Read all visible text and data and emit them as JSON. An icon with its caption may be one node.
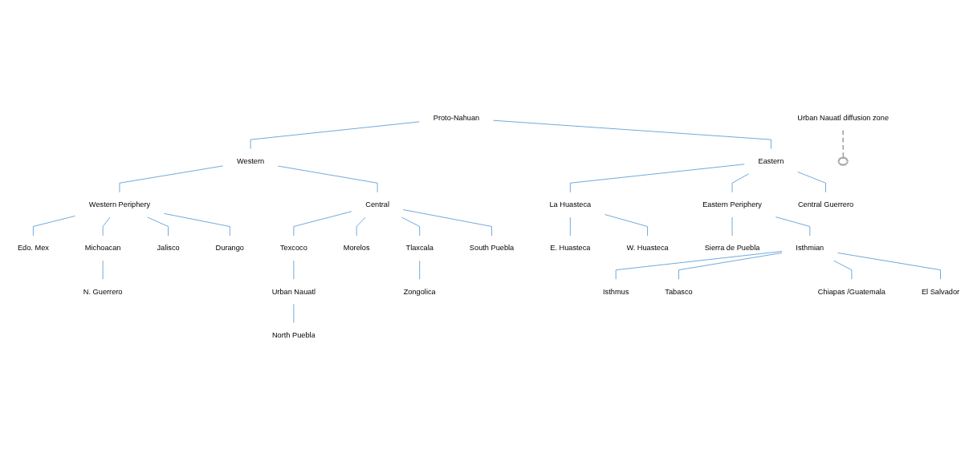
{
  "diagram": {
    "nodes": [
      {
        "text": [
          "Proto-Nahuan"
        ]
      },
      {
        "text": [
          "Western"
        ]
      },
      {
        "text": [
          "Eastern"
        ]
      },
      {
        "text": [
          "Western Periphery"
        ]
      },
      {
        "text": [
          "Central"
        ]
      },
      {
        "text": [
          "La Huasteca"
        ]
      },
      {
        "text": [
          "Eastern Periphery"
        ]
      },
      {
        "text": [
          "Edo. Mex"
        ]
      },
      {
        "text": [
          "Texcoco"
        ]
      },
      {
        "text": [
          "E. Huasteca"
        ]
      },
      {
        "text": [
          "W. Huasteca"
        ]
      },
      {
        "text": [
          "Michoacan"
        ]
      },
      {
        "text": [
          "Sierra de Puebla"
        ]
      },
      {
        "text": [
          "Isthmian"
        ]
      },
      {
        "text": [
          "Urban Nauatl"
        ]
      },
      {
        "text": [
          "Morelos"
        ]
      },
      {
        "text": [
          "Jalisco"
        ]
      },
      {
        "text": [
          "Isthmus"
        ]
      },
      {
        "text": [
          "Central Guerrero"
        ]
      },
      {
        "text": [
          "Durango"
        ]
      },
      {
        "text": [
          "Tlaxcala"
        ]
      },
      {
        "text": [
          "N. Guerrero"
        ]
      },
      {
        "text": [
          "North Puebla"
        ]
      },
      {
        "text": [
          "Tabasco"
        ]
      },
      {
        "text": [
          "South Puebla"
        ]
      },
      {
        "text": [
          "Chiapas /Guatemala"
        ]
      },
      {
        "text": [
          "Zongolica"
        ]
      },
      {
        "text": [
          "El Salvador"
        ]
      },
      {
        "text": [
          "Urban Nauatl diffusion zone"
        ]
      },
      {
        "text": [],
        "shape": "ellipse"
      }
    ],
    "edges": [
      {
        "from": 0,
        "to": 1,
        "arrow": "none"
      },
      {
        "from": 0,
        "to": 2,
        "arrow": "none"
      },
      {
        "from": 1,
        "to": 3,
        "arrow": "none"
      },
      {
        "from": 1,
        "to": 4,
        "arrow": "none"
      },
      {
        "from": 2,
        "to": 5,
        "arrow": "none"
      },
      {
        "from": 2,
        "to": 6,
        "arrow": "none"
      },
      {
        "from": 2,
        "to": 18,
        "arrow": "none"
      },
      {
        "from": 3,
        "to": 7,
        "arrow": "none"
      },
      {
        "from": 3,
        "to": 11,
        "arrow": "none"
      },
      {
        "from": 3,
        "to": 16,
        "arrow": "none"
      },
      {
        "from": 3,
        "to": 19,
        "arrow": "none"
      },
      {
        "from": 4,
        "to": 8,
        "arrow": "none"
      },
      {
        "from": 4,
        "to": 15,
        "arrow": "none"
      },
      {
        "from": 4,
        "to": 20,
        "arrow": "none"
      },
      {
        "from": 4,
        "to": 24,
        "arrow": "none"
      },
      {
        "from": 5,
        "to": 9,
        "arrow": "none"
      },
      {
        "from": 5,
        "to": 10,
        "arrow": "none"
      },
      {
        "from": 6,
        "to": 12,
        "arrow": "none"
      },
      {
        "from": 6,
        "to": 13,
        "arrow": "none"
      },
      {
        "from": 8,
        "to": 14,
        "arrow": "none"
      },
      {
        "from": 14,
        "to": 22,
        "arrow": "none"
      },
      {
        "from": 11,
        "to": 21,
        "arrow": "none"
      },
      {
        "from": 20,
        "to": 26,
        "arrow": "none"
      },
      {
        "from": 13,
        "to": 17,
        "arrow": "none"
      },
      {
        "from": 13,
        "to": 23,
        "arrow": "none"
      },
      {
        "from": 13,
        "to": 25,
        "arrow": "none"
      },
      {
        "from": 13,
        "to": 27,
        "arrow": "none"
      },
      {
        "from": 28,
        "to": 29,
        "arrow": "none",
        "style": "dashed",
        "color": "#a6a6a6"
      }
    ]
  }
}
